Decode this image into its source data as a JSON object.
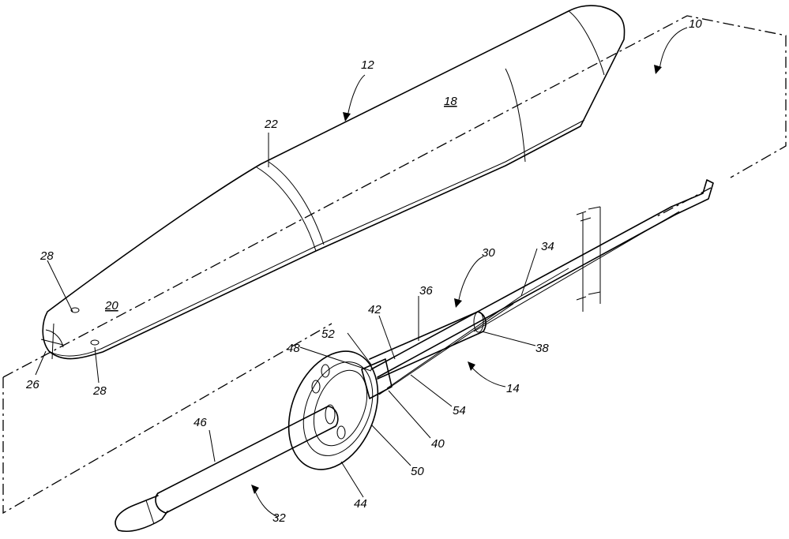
{
  "labels": {
    "l10": "10",
    "l12": "12",
    "l14": "14",
    "l18": "18",
    "l20": "20",
    "l22": "22",
    "l26": "26",
    "l28a": "28",
    "l28b": "28",
    "l30": "30",
    "l32": "32",
    "l34": "34",
    "l36": "36",
    "l38": "38",
    "l40": "40",
    "l42": "42",
    "l44": "44",
    "l46": "46",
    "l48": "48",
    "l50": "50",
    "l52": "52",
    "l54": "54"
  }
}
